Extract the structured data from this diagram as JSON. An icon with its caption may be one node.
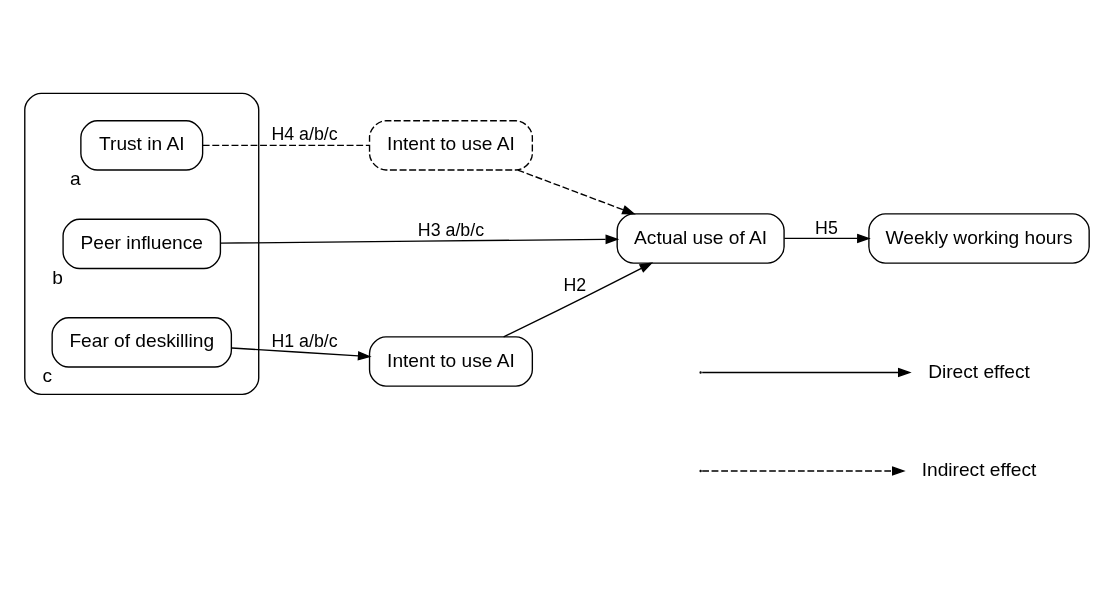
{
  "diagram": {
    "nodes": [
      {
        "text": [],
        "shape": "box"
      },
      {
        "text": [
          "Trust in AI"
        ],
        "beside": [
          "a"
        ],
        "in": 0
      },
      {
        "text": [
          "Peer influence"
        ],
        "beside": [
          "b"
        ],
        "in": 0
      },
      {
        "text": [
          "Fear of deskilling"
        ],
        "beside": [
          "c"
        ],
        "in": 0
      },
      {
        "text": [
          "Intent to use AI"
        ]
      },
      {
        "text": [
          "Actual use of AI"
        ]
      },
      {
        "text": [
          "Weekly working hours"
        ]
      },
      {
        "text": [
          "Intent to use AI"
        ]
      }
    ],
    "edges": [
      {
        "from": 1,
        "to": 4,
        "arrow": "none",
        "label": "H4 a/b/c",
        "style": "dashed"
      },
      {
        "from": 4,
        "to": 5,
        "arrow": "to",
        "style": "dashed"
      },
      {
        "from": 2,
        "to": 5,
        "arrow": "to",
        "label": "H3 a/b/c"
      },
      {
        "from": 5,
        "to": 6,
        "arrow": "to",
        "label": "H5"
      },
      {
        "from": 3,
        "to": 7,
        "arrow": "to",
        "label": "H1 a/b/c"
      },
      {
        "from": 7,
        "to": 5,
        "arrow": "to",
        "label": "H2"
      }
    ],
    "legend": [
      {
        "text": "Direct effect"
      },
      {
        "text": "Indirect effect"
      }
    ]
  }
}
